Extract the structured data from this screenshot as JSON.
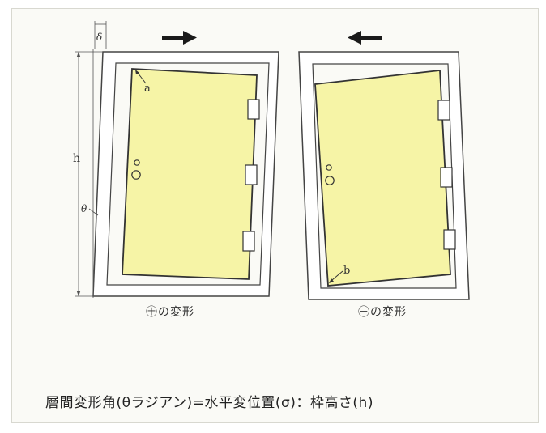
{
  "labels": {
    "delta": "δ",
    "h": "h",
    "theta": "θ",
    "a": "a",
    "b": "b"
  },
  "captions": {
    "left": "㊉の変形",
    "right": "㊀の変形"
  },
  "footer": {
    "formula": "層間変形角(θラジアン)=水平変位置(σ)：枠高さ(h)"
  },
  "colors": {
    "door": "#f6f4a6",
    "frame_line": "#444444",
    "arrow": "#1a1a1a"
  },
  "icons": {
    "left_arrow_direction": "arrow-right-icon",
    "right_arrow_direction": "arrow-left-icon"
  }
}
